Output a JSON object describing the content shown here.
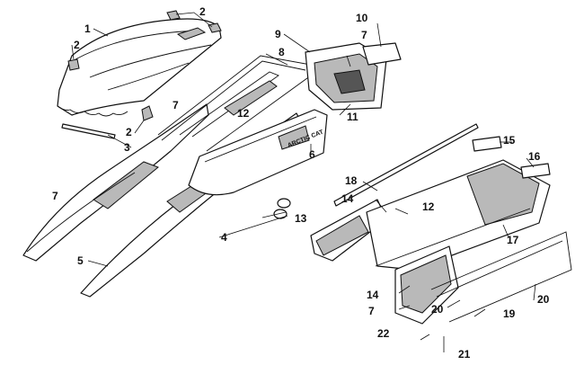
{
  "callouts": [
    {
      "id": "c1",
      "text": "1"
    },
    {
      "id": "c2a",
      "text": "2"
    },
    {
      "id": "c2b",
      "text": "2"
    },
    {
      "id": "c2c",
      "text": "2"
    },
    {
      "id": "c3",
      "text": "3"
    },
    {
      "id": "c4",
      "text": "4"
    },
    {
      "id": "c5",
      "text": "5"
    },
    {
      "id": "c6",
      "text": "6"
    },
    {
      "id": "c7a",
      "text": "7"
    },
    {
      "id": "c7b",
      "text": "7"
    },
    {
      "id": "c7c",
      "text": "7"
    },
    {
      "id": "c7d",
      "text": "7"
    },
    {
      "id": "c8",
      "text": "8"
    },
    {
      "id": "c9",
      "text": "9"
    },
    {
      "id": "c10",
      "text": "10"
    },
    {
      "id": "c11",
      "text": "11"
    },
    {
      "id": "c12a",
      "text": "12"
    },
    {
      "id": "c12b",
      "text": "12"
    },
    {
      "id": "c13",
      "text": "13"
    },
    {
      "id": "c14a",
      "text": "14"
    },
    {
      "id": "c14b",
      "text": "14"
    },
    {
      "id": "c15",
      "text": "15"
    },
    {
      "id": "c16",
      "text": "16"
    },
    {
      "id": "c17",
      "text": "17"
    },
    {
      "id": "c18",
      "text": "18"
    },
    {
      "id": "c19",
      "text": "19"
    },
    {
      "id": "c20a",
      "text": "20"
    },
    {
      "id": "c20b",
      "text": "20"
    },
    {
      "id": "c21",
      "text": "21"
    },
    {
      "id": "c22",
      "text": "22"
    }
  ],
  "decal_text": "ARCTIC CAT"
}
